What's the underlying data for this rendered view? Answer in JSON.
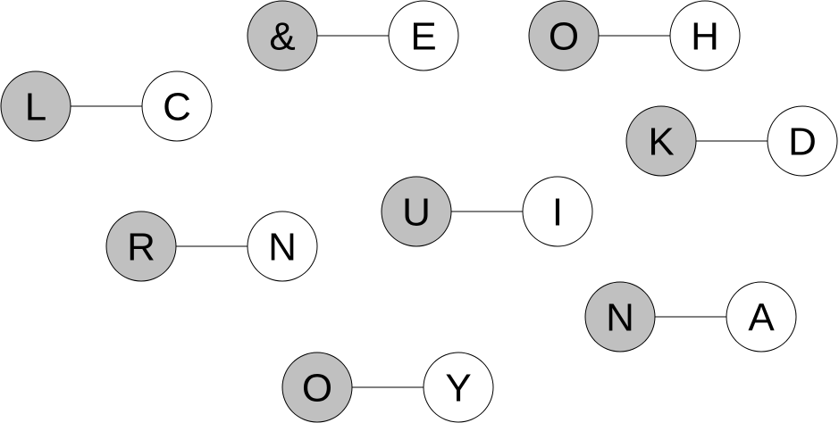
{
  "colors": {
    "shaded_node": "#c0c0c0",
    "plain_node": "#ffffff",
    "stroke": "#000000"
  },
  "pairs": [
    {
      "left": {
        "label": "&",
        "shaded": true
      },
      "right": {
        "label": "E",
        "shaded": false
      }
    },
    {
      "left": {
        "label": "O",
        "shaded": true
      },
      "right": {
        "label": "H",
        "shaded": false
      }
    },
    {
      "left": {
        "label": "L",
        "shaded": true
      },
      "right": {
        "label": "C",
        "shaded": false
      }
    },
    {
      "left": {
        "label": "K",
        "shaded": true
      },
      "right": {
        "label": "D",
        "shaded": false
      }
    },
    {
      "left": {
        "label": "U",
        "shaded": true
      },
      "right": {
        "label": "I",
        "shaded": false
      }
    },
    {
      "left": {
        "label": "R",
        "shaded": true
      },
      "right": {
        "label": "N",
        "shaded": false
      }
    },
    {
      "left": {
        "label": "N",
        "shaded": true
      },
      "right": {
        "label": "A",
        "shaded": false
      }
    },
    {
      "left": {
        "label": "O",
        "shaded": true
      },
      "right": {
        "label": "Y",
        "shaded": false
      }
    }
  ]
}
